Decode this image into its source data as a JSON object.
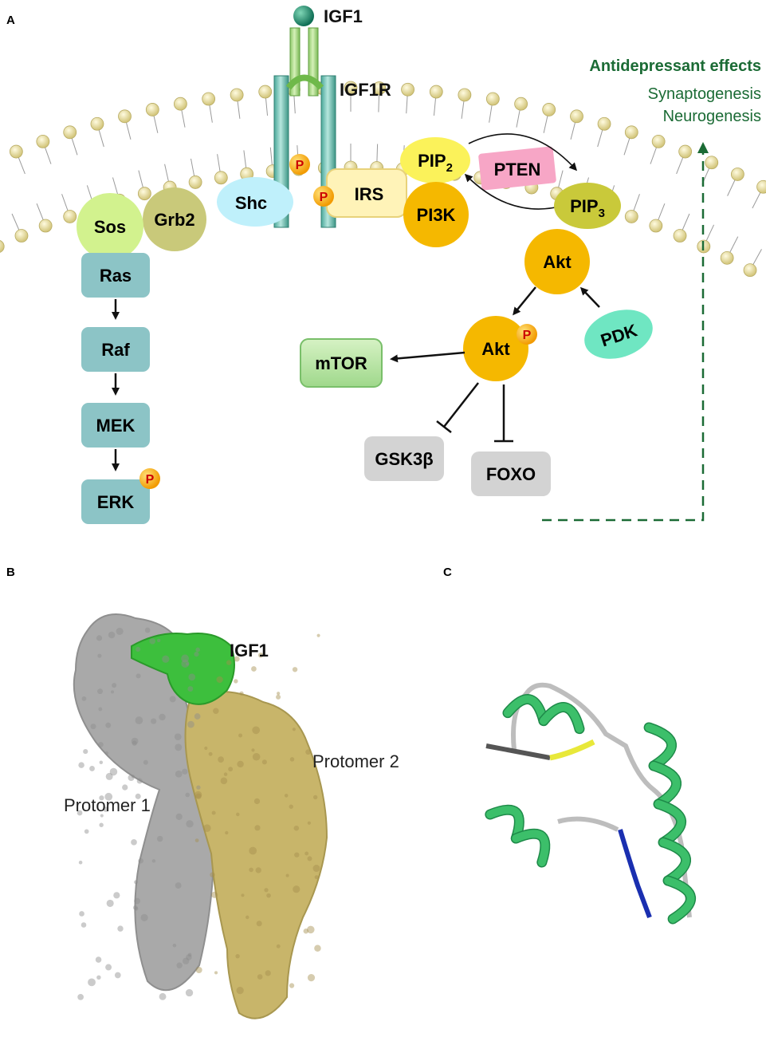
{
  "panels": {
    "a": "A",
    "b": "B",
    "c": "C"
  },
  "receptor": {
    "ligand": "IGF1",
    "receptor": "IGF1R"
  },
  "phospho_label": "P",
  "nodes": {
    "sos": "Sos",
    "grb2": "Grb2",
    "shc": "Shc",
    "irs": "IRS",
    "pip2_main": "PIP",
    "pip2_sub": "2",
    "pten": "PTEN",
    "pip3_main": "PIP",
    "pip3_sub": "3",
    "pi3k": "PI3K",
    "akt": "Akt",
    "akt_p": "Akt",
    "pdk": "PDK",
    "mtor": "mTOR",
    "gsk3b": "GSK3β",
    "foxo": "FOXO",
    "ras": "Ras",
    "raf": "Raf",
    "mek": "MEK",
    "erk": "ERK"
  },
  "effects": {
    "title": "Antidepressant effects",
    "items": [
      "Synaptogenesis",
      "Neurogenesis"
    ]
  },
  "structure": {
    "ligand": "IGF1",
    "protomer1": "Protomer 1",
    "protomer2": "Protomer 2"
  },
  "colors": {
    "effects_green": "#1b6b35",
    "mapk_box": "#8cc4c6",
    "akt_orange": "#f5b800",
    "phospho": "#f5a000",
    "protomer_grey": "#a8a8a8",
    "protomer_olive": "#c8b56a",
    "igf1_green": "#3dbf3d",
    "helix_green": "#3cbf6a"
  }
}
